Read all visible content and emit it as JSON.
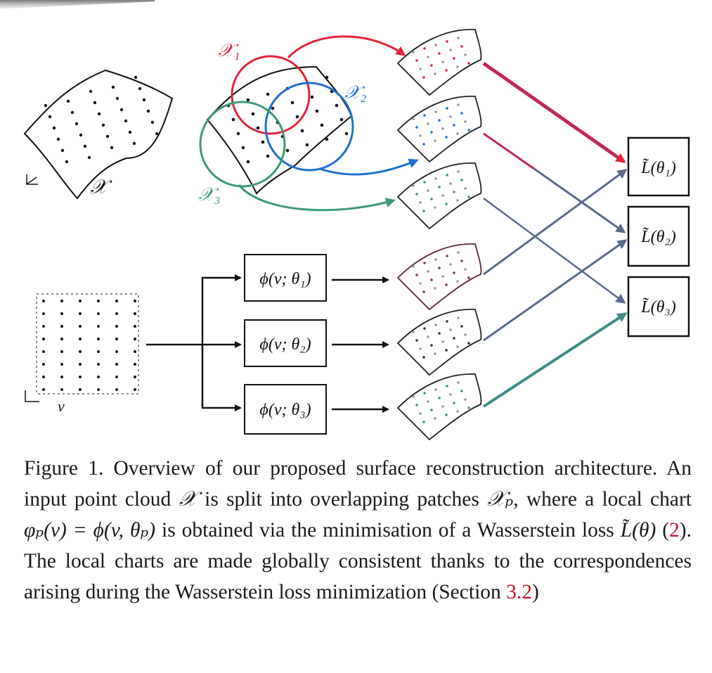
{
  "figure": {
    "input_cloud_label": "𝒳",
    "patch_labels": [
      "𝒳₁",
      "𝒳₂",
      "𝒳₃"
    ],
    "uv_label": "v",
    "networks": [
      "ϕ(v; θ₁)",
      "ϕ(v; θ₂)",
      "ϕ(v; θ₃)"
    ],
    "losses": [
      "L̃(θ₁)",
      "L̃(θ₂)",
      "L̃(θ₃)"
    ],
    "colors": {
      "red": "#e2233b",
      "blue": "#1f6fd1",
      "green": "#3c9a74",
      "crimson": "#c0285a",
      "slate": "#5a6b8c",
      "teal": "#3e8e86"
    }
  },
  "caption": {
    "lead": "Figure 1. Overview of our proposed surface reconstruction architecture. An input point cloud ",
    "x": "𝒳",
    "p2": " is split into overlapping patches ",
    "xp": "𝒳ₚ",
    "p3": ", where a local chart ",
    "chart": "φₚ(v) = ϕ(v, θₚ)",
    "p4": " is obtained via the minimisation of a Wasserstein loss ",
    "loss": "L̃(θ)",
    "p5a": " (",
    "ref1": "2",
    "p5b": "). The local charts are made globally consistent thanks to the correspondences arising during the Wasserstein loss minimization (Section ",
    "ref2": "3.2",
    "p6": ")"
  }
}
